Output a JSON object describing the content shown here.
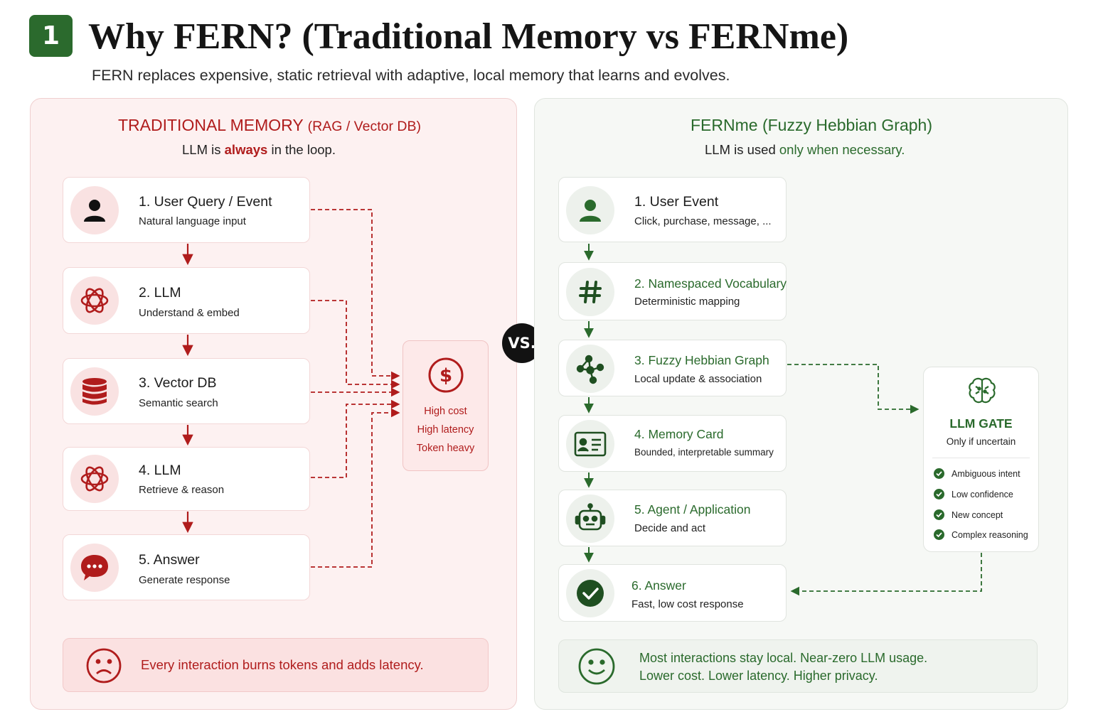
{
  "header": {
    "badge": "1",
    "title": "Why FERN? (Traditional Memory vs FERNme)",
    "subtitle": "FERN replaces expensive, static retrieval with adaptive, local memory that learns and evolves."
  },
  "vs_label": "VS.",
  "traditional": {
    "title_main": "TRADITIONAL MEMORY",
    "title_paren": "(RAG / Vector DB)",
    "sub_pre": "LLM is ",
    "sub_em": "always",
    "sub_post": " in the loop.",
    "steps": [
      {
        "title": "1.  User Query / Event",
        "desc": "Natural language input",
        "icon": "user-icon"
      },
      {
        "title": "2. LLM",
        "desc": "Understand & embed",
        "icon": "llm-icon"
      },
      {
        "title": "3.  Vector DB",
        "desc": "Semantic search",
        "icon": "database-icon"
      },
      {
        "title": "4. LLM",
        "desc": "Retrieve & reason",
        "icon": "llm-icon"
      },
      {
        "title": "5.  Answer",
        "desc": "Generate response",
        "icon": "chat-bubble-icon"
      }
    ],
    "cost": [
      "High cost",
      "High latency",
      "Token heavy"
    ],
    "footer": "Every interaction burns tokens and adds latency."
  },
  "fernme": {
    "title": "FERNme (Fuzzy Hebbian Graph)",
    "sub_pre": "LLM is used ",
    "sub_em": "only when necessary.",
    "steps": [
      {
        "title": "1.  User Event",
        "desc": "Click, purchase, message, ...",
        "icon": "user-icon"
      },
      {
        "title": "2. Namespaced Vocabulary",
        "desc": "Deterministic mapping",
        "icon": "hash-icon"
      },
      {
        "title": "3. Fuzzy Hebbian Graph",
        "desc": "Local update & association",
        "icon": "graph-icon"
      },
      {
        "title": "4. Memory Card",
        "desc": "Bounded, interpretable summary",
        "icon": "id-card-icon"
      },
      {
        "title": "5. Agent / Application",
        "desc": "Decide and act",
        "icon": "robot-icon"
      },
      {
        "title": "6. Answer",
        "desc": "Fast, low cost response",
        "icon": "check-circle-icon"
      }
    ],
    "gate": {
      "title": "LLM GATE",
      "sub": "Only if uncertain",
      "items": [
        "Ambiguous intent",
        "Low confidence",
        "New concept",
        "Complex reasoning"
      ]
    },
    "footer_line1": "Most interactions stay local. Near-zero LLM usage.",
    "footer_line2": "Lower cost. Lower latency. Higher privacy."
  },
  "colors": {
    "red": "#b01c1c",
    "green": "#2a6a2c",
    "badge_green": "#2b6a2d"
  }
}
